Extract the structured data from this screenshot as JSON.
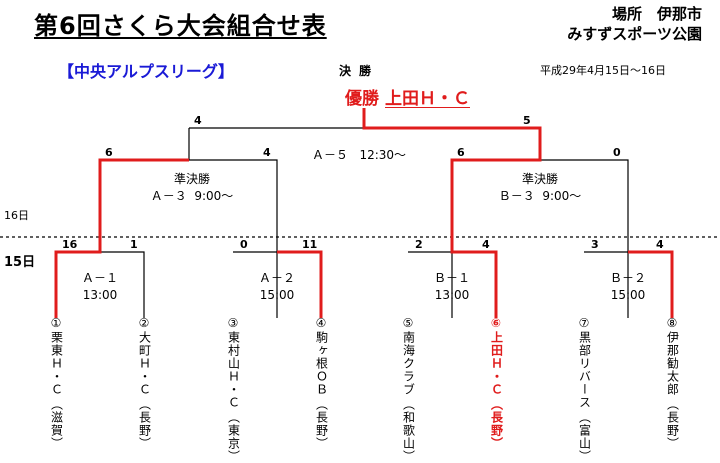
{
  "header": {
    "title": "第6回さくら大会組合せ表",
    "venue_line1": "場所　伊那市",
    "venue_line2": "みすずスポーツ公園"
  },
  "league_name": "【中央アルプスリーグ】",
  "final_label": "決勝",
  "dates": "平成29年4月15日～16日",
  "champion": {
    "label": "優勝",
    "team": "上田Ｈ・Ｃ"
  },
  "day_labels": {
    "day16": "16日",
    "day15": "15日"
  },
  "matches": {
    "final": {
      "code": "Ａ－５",
      "time": "12:30～",
      "score_left": "4",
      "score_right": "5"
    },
    "semi_a": {
      "label": "準決勝",
      "code": "Ａ－３",
      "time": "9:00～",
      "score_left": "6",
      "score_right": "4"
    },
    "semi_b": {
      "label": "準決勝",
      "code": "Ｂ－３",
      "time": "9:00～",
      "score_left": "6",
      "score_right": "0"
    },
    "a1": {
      "code": "Ａ－１",
      "time": "13:00",
      "score_left": "16",
      "score_right": "1"
    },
    "a2": {
      "code": "Ａ－２",
      "time": "15:00",
      "score_left": "0",
      "score_right": "11"
    },
    "b1": {
      "code": "Ｂ－１",
      "time": "13:00",
      "score_left": "2",
      "score_right": "4"
    },
    "b2": {
      "code": "Ｂ－２",
      "time": "15:00",
      "score_left": "3",
      "score_right": "4"
    }
  },
  "teams": [
    {
      "num": "①",
      "name": "栗東Ｈ・Ｃ",
      "pref": "（滋賀）"
    },
    {
      "num": "②",
      "name": "大町Ｈ・Ｃ",
      "pref": "（長野）"
    },
    {
      "num": "③",
      "name": "東村山Ｈ・Ｃ",
      "pref": "（東京）"
    },
    {
      "num": "④",
      "name": "駒ヶ根ＯＢ",
      "pref": "（長野）"
    },
    {
      "num": "⑤",
      "name": "南海クラブ",
      "pref": "（和歌山）"
    },
    {
      "num": "⑥",
      "name": "上田Ｈ・Ｃ",
      "pref": "（長野）"
    },
    {
      "num": "⑦",
      "name": "黒部リバース",
      "pref": "（富山）"
    },
    {
      "num": "⑧",
      "name": "伊那勧太郎",
      "pref": "（長野）"
    }
  ],
  "colors": {
    "winner_line": "#e01c1c",
    "normal_line": "#000000",
    "league": "#1a1ad6",
    "champion": "#e01c1c"
  }
}
